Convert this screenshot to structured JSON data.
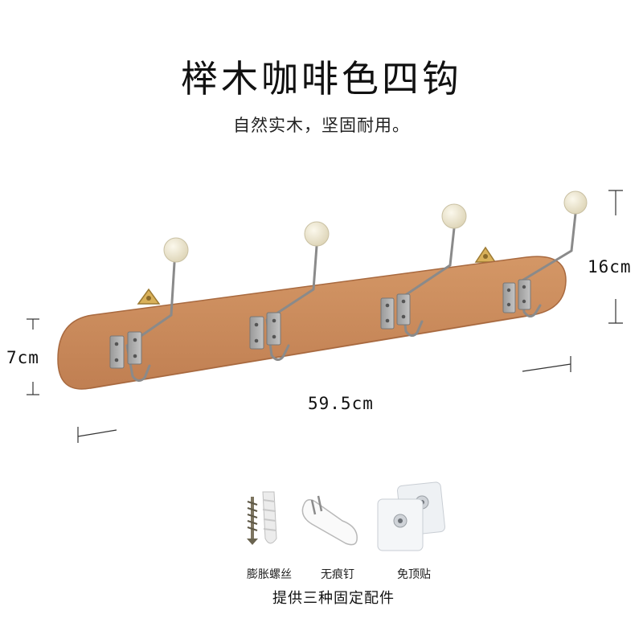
{
  "header": {
    "title": "榉木咖啡色四钩",
    "subtitle": "自然实木，坚固耐用。"
  },
  "dimensions": {
    "height_label": "16cm",
    "depth_label": "7cm",
    "width_label": "59.5cm"
  },
  "colors": {
    "wood": "#c98a5e",
    "wood_edge": "#b47449",
    "metal": "#8a8a8a",
    "knob": "#ede6cd",
    "brass": "#d9b15a"
  },
  "accessories": {
    "items": [
      {
        "label": "膨胀螺丝",
        "icon": "expansion-screw-icon"
      },
      {
        "label": "无痕钉",
        "icon": "traceless-nail-icon"
      },
      {
        "label": "免顶贴",
        "icon": "adhesive-pad-icon"
      }
    ],
    "caption": "提供三种固定配件"
  }
}
